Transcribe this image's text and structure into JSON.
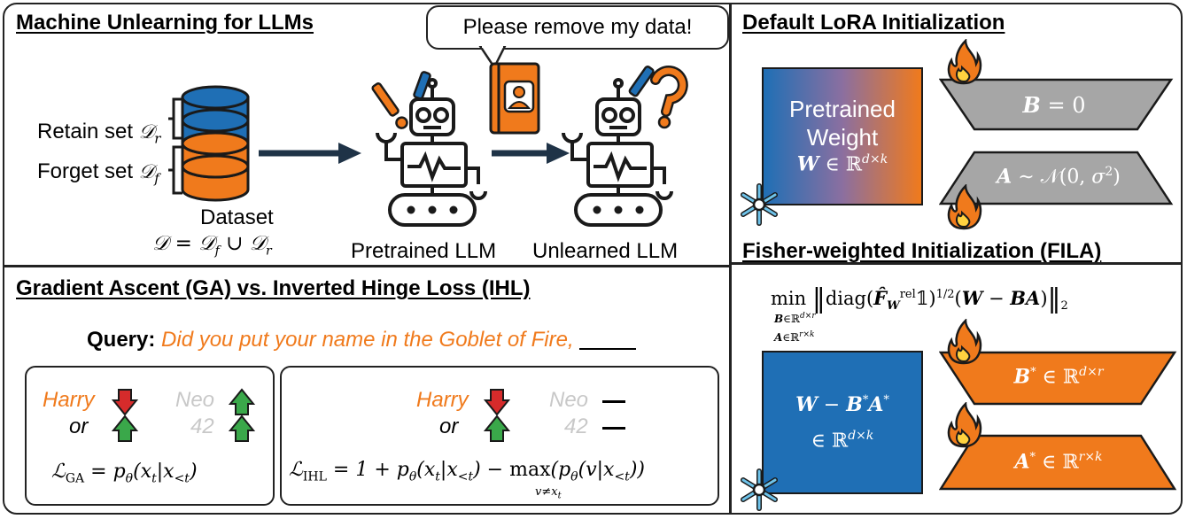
{
  "top_left": {
    "title": "Machine Unlearning for LLMs",
    "speech": "Please remove my data!",
    "retain_label": "Retain set",
    "forget_label": "Forget set",
    "dataset_label": "Dataset",
    "dataset_formula": "𝒟 = 𝒟f ∪ 𝒟r",
    "pretrained_label": "Pretrained LLM",
    "unlearned_label": "Unlearned LLM"
  },
  "bottom_left": {
    "title": "Gradient Ascent (GA) vs. Inverted Hinge Loss (IHL)",
    "query_label": "Query:",
    "query_text": "Did you put your name in the Goblet of Fire,",
    "ga": {
      "word1": "Harry",
      "word2": "Neo",
      "or": "or",
      "num": "42",
      "formula": "ℒGA = pθ(xt|x<t)"
    },
    "ihl": {
      "word1": "Harry",
      "word2": "Neo",
      "or": "or",
      "num": "42",
      "formula": "ℒIHL = 1 + pθ(xt|x<t) − max(pθ(v|x<t))"
    }
  },
  "top_right": {
    "title": "Default LoRA Initialization",
    "box_line1": "Pretrained",
    "box_line2": "Weight",
    "box_formula": "W ∈ ℝd×k",
    "b_label": "B = 0",
    "a_label": "A ∼ 𝒩(0, σ²)"
  },
  "bottom_right": {
    "title": "Fisher-weighted Initialization (FILA)",
    "objective": "min ‖diag(F̂Wrel 𝟙)1/2 (W − BA)‖2",
    "box_line1": "W − B*A*",
    "box_line2": "∈ ℝd×k",
    "b_label": "B* ∈ ℝd×r",
    "a_label": "A* ∈ ℝr×k"
  },
  "colors": {
    "orange": "#f07a1c",
    "blue": "#1f6fb5",
    "gray_trap": "#a6a6a6",
    "arrow_down": "#d62b2b",
    "arrow_up": "#3aa84a"
  }
}
